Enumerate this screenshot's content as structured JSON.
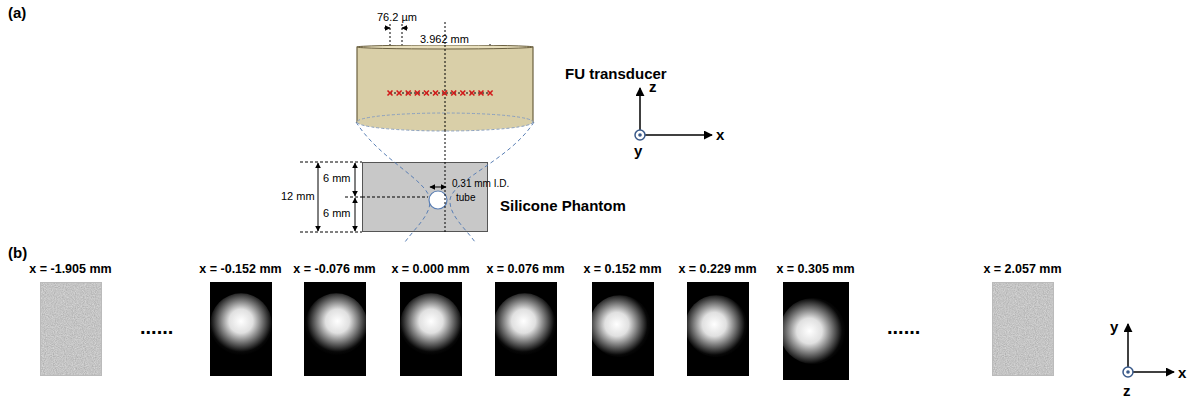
{
  "diagram": {
    "nodes": [
      {
        "text": [
          "FU transducer"
        ]
      },
      {
        "text": [
          "Silicone Phantom"
        ]
      },
      {
        "text": [
          "x = -1.905 mm"
        ]
      },
      {
        "text": [
          "x = -0.152 mm"
        ]
      },
      {
        "text": [
          "x = -0.076 mm"
        ]
      },
      {
        "text": [
          "x = 0.000 mm"
        ]
      },
      {
        "text": [
          "x = 0.076 mm"
        ]
      },
      {
        "text": [
          "x = 0.152 mm"
        ]
      },
      {
        "text": [
          "x = 0.229 mm"
        ]
      },
      {
        "text": [
          "x = 0.305 mm"
        ]
      },
      {
        "text": [
          "x = 2.057 mm"
        ]
      }
    ],
    "labels": [
      "(a)",
      "76.2 µm",
      "3.962 mm",
      "12 mm",
      "6 mm",
      "6 mm",
      "0.31 mm I.D.",
      "tube",
      "z",
      "y",
      "x",
      "(b)",
      "......",
      "......",
      "y",
      "x",
      "z"
    ]
  }
}
